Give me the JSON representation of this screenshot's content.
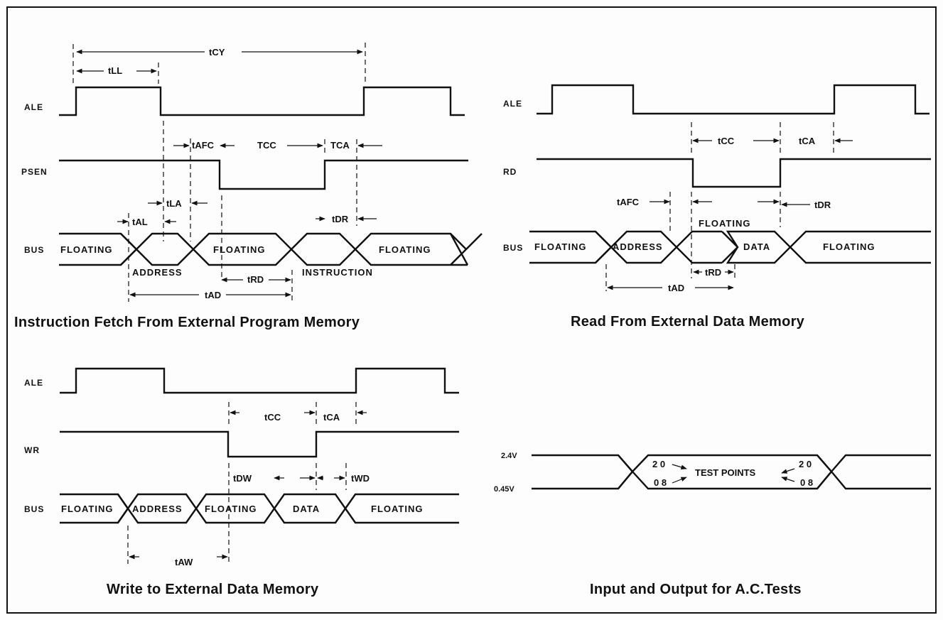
{
  "panels": {
    "instruction_fetch": {
      "caption": "Instruction Fetch From External Program Memory",
      "signals": [
        "ALE",
        "PSEN",
        "BUS"
      ],
      "bus_labels": [
        "FLOATING",
        "FLOATING",
        "FLOATING"
      ],
      "below_labels": [
        "ADDRESS",
        "INSTRUCTION"
      ],
      "timing": [
        "tCY",
        "tLL",
        "tAFC",
        "TCC",
        "TCA",
        "tLA",
        "tAL",
        "tDR",
        "tRD",
        "tAD"
      ]
    },
    "read_data": {
      "caption": "Read From External Data Memory",
      "signals": [
        "ALE",
        "RD",
        "BUS"
      ],
      "bus_labels": [
        "FLOATING",
        "ADDRESS",
        "DATA",
        "FLOATING"
      ],
      "above_label": "FLOATING",
      "timing": [
        "tCC",
        "tCA",
        "tAFC",
        "tDR",
        "tRD",
        "tAD"
      ]
    },
    "write_data": {
      "caption": "Write to External Data Memory",
      "signals": [
        "ALE",
        "WR",
        "BUS"
      ],
      "bus_labels": [
        "FLOATING",
        "ADDRESS",
        "FLOATING",
        "DATA",
        "FLOATING"
      ],
      "timing": [
        "tCC",
        "tCA",
        "tDW",
        "tWD",
        "tAW"
      ]
    },
    "ac_tests": {
      "caption": "Input and Output for A.C.Tests",
      "voltages": [
        "2.4V",
        "0.45V"
      ],
      "center_label": "TEST POINTS",
      "levels": [
        "2 0",
        "0 8",
        "2 0",
        "0 8"
      ]
    }
  }
}
